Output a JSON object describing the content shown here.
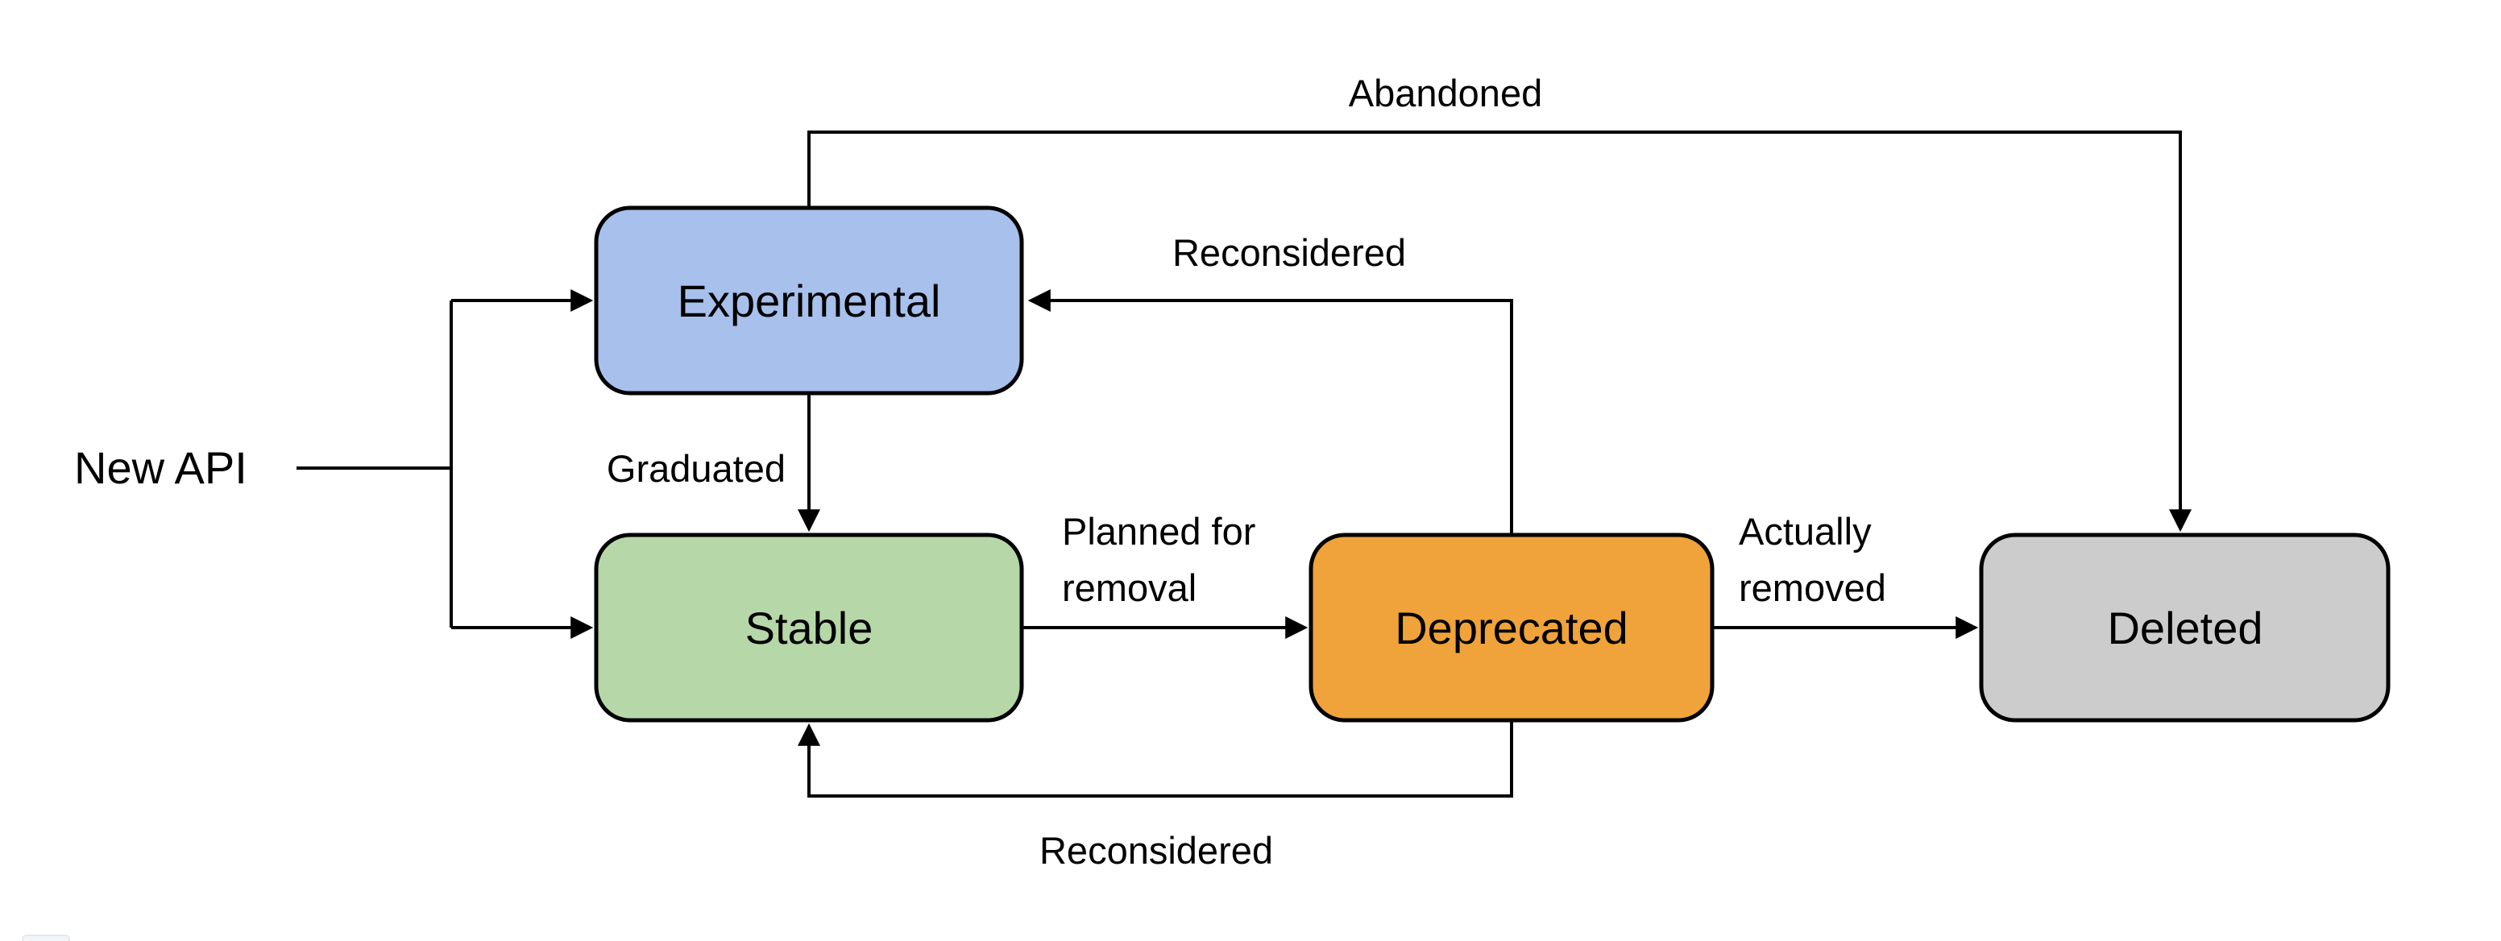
{
  "diagram": {
    "type": "state-diagram",
    "entry": {
      "label": "New API"
    },
    "states": [
      {
        "id": "experimental",
        "label": "Experimental",
        "fill": "#a7c0ec"
      },
      {
        "id": "stable",
        "label": "Stable",
        "fill": "#b6d7a8"
      },
      {
        "id": "deprecated",
        "label": "Deprecated",
        "fill": "#f0a33a"
      },
      {
        "id": "deleted",
        "label": "Deleted",
        "fill": "#cccccc"
      }
    ],
    "edges": {
      "abandoned": {
        "label": "Abandoned",
        "from": "Experimental",
        "to": "Deleted"
      },
      "reconsidered_top": {
        "label": "Reconsidered",
        "from": "Deprecated",
        "to": "Experimental"
      },
      "graduated": {
        "label": "Graduated",
        "from": "Experimental",
        "to": "Stable"
      },
      "planned_for_removal": {
        "label_line1": "Planned for",
        "label_line2": "removal",
        "from": "Stable",
        "to": "Deprecated"
      },
      "actually_removed": {
        "label_line1": "Actually",
        "label_line2": "removed",
        "from": "Deprecated",
        "to": "Deleted"
      },
      "reconsidered_bottom": {
        "label": "Reconsidered",
        "from": "Deprecated",
        "to": "Stable"
      }
    },
    "colors": {
      "stroke": "#000000",
      "text": "#000000",
      "background": "#ffffff"
    }
  }
}
